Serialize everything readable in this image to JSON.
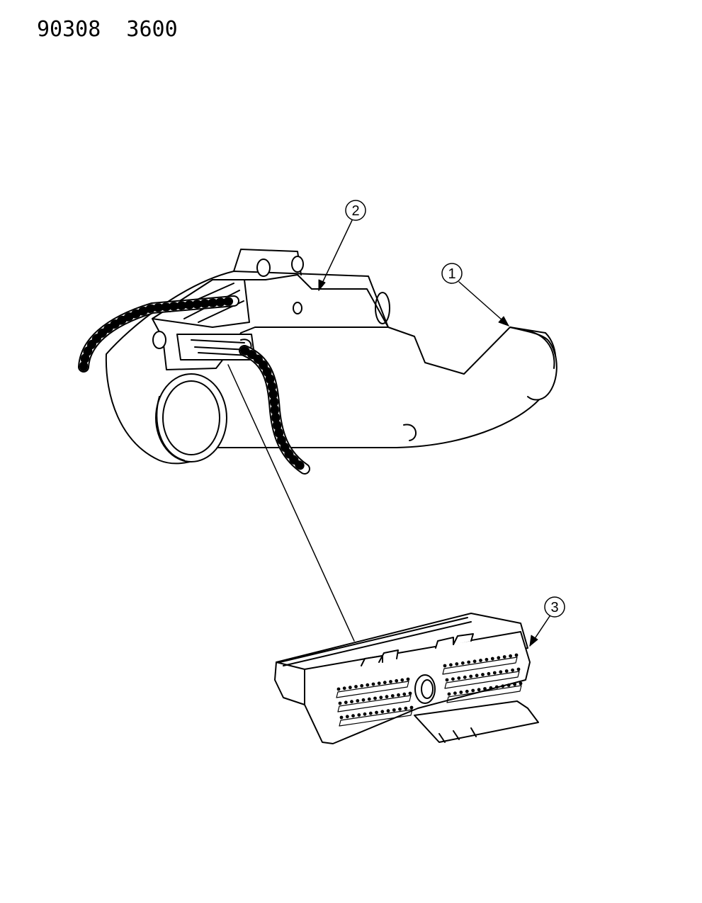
{
  "header": {
    "code": "90308  3600"
  },
  "callouts": [
    {
      "number": "1",
      "label": "1"
    },
    {
      "number": "2",
      "label": "2"
    },
    {
      "number": "3",
      "label": "3"
    }
  ],
  "colors": {
    "ink": "#000000",
    "paper": "#ffffff"
  }
}
